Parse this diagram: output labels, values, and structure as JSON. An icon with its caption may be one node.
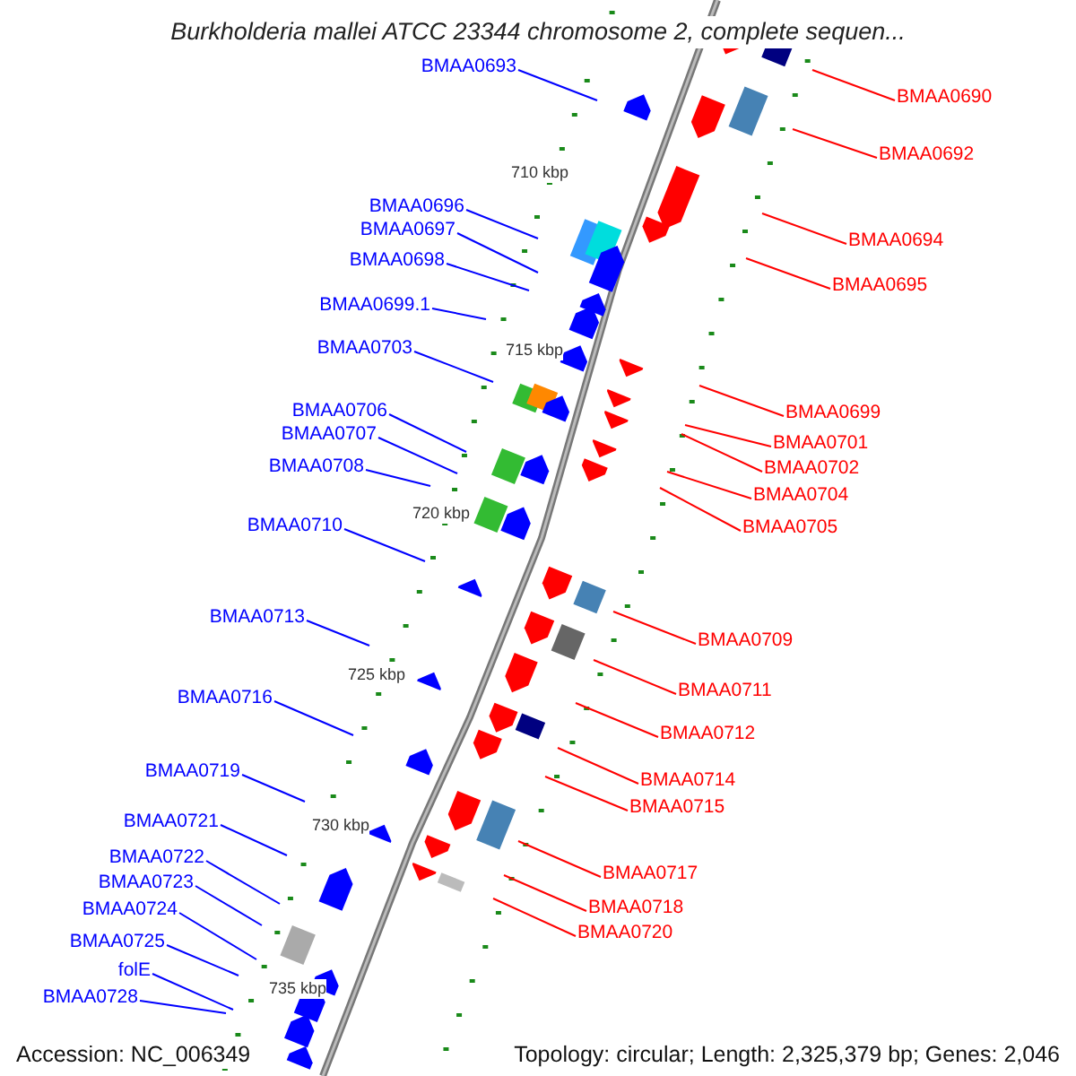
{
  "diagram": {
    "title": "Burkholderia mallei ATCC 23344 chromosome 2, complete sequen...",
    "nodes": [
      {
        "text": [
          "BMAA0693"
        ]
      },
      {
        "text": [
          "BMAA0690"
        ]
      },
      {
        "text": [
          "BMAA0692"
        ]
      },
      {
        "text": [
          "BMAA0696"
        ]
      },
      {
        "text": [
          "BMAA0697"
        ]
      },
      {
        "text": [
          "BMAA0694"
        ]
      },
      {
        "text": [
          "BMAA0698"
        ]
      },
      {
        "text": [
          "BMAA0695"
        ]
      },
      {
        "text": [
          "BMAA0699.1"
        ]
      },
      {
        "text": [
          "BMAA0703"
        ]
      },
      {
        "text": [
          "BMAA0706"
        ]
      },
      {
        "text": [
          "BMAA0699"
        ]
      },
      {
        "text": [
          "BMAA0707"
        ]
      },
      {
        "text": [
          "BMAA0701"
        ]
      },
      {
        "text": [
          "BMAA0708"
        ]
      },
      {
        "text": [
          "BMAA0702"
        ]
      },
      {
        "text": [
          "BMAA0704"
        ]
      },
      {
        "text": [
          "BMAA0710"
        ]
      },
      {
        "text": [
          "BMAA0705"
        ]
      },
      {
        "text": [
          "BMAA0713"
        ]
      },
      {
        "text": [
          "BMAA0709"
        ]
      },
      {
        "text": [
          "BMAA0711"
        ]
      },
      {
        "text": [
          "BMAA0716"
        ]
      },
      {
        "text": [
          "BMAA0712"
        ]
      },
      {
        "text": [
          "BMAA0719"
        ]
      },
      {
        "text": [
          "BMAA0714"
        ]
      },
      {
        "text": [
          "BMAA0715"
        ]
      },
      {
        "text": [
          "BMAA0721"
        ]
      },
      {
        "text": [
          "BMAA0722"
        ]
      },
      {
        "text": [
          "BMAA0717"
        ]
      },
      {
        "text": [
          "BMAA0723"
        ]
      },
      {
        "text": [
          "BMAA0718"
        ]
      },
      {
        "text": [
          "BMAA0724"
        ]
      },
      {
        "text": [
          "BMAA0720"
        ]
      },
      {
        "text": [
          "BMAA0725"
        ]
      },
      {
        "text": [
          "folE"
        ]
      },
      {
        "text": [
          "BMAA0728"
        ]
      }
    ],
    "edges": [
      {
        "from": 0,
        "to": null,
        "arrow": "none"
      },
      {
        "from": 1,
        "to": null,
        "arrow": "none",
        "color": "#ff0000"
      },
      {
        "from": 2,
        "to": null,
        "arrow": "none",
        "color": "#ff0000"
      },
      {
        "from": 3,
        "to": null,
        "arrow": "none"
      },
      {
        "from": 4,
        "to": null,
        "arrow": "none"
      },
      {
        "from": 5,
        "to": null,
        "arrow": "none",
        "color": "#ff0000"
      },
      {
        "from": 6,
        "to": null,
        "arrow": "none"
      },
      {
        "from": 7,
        "to": null,
        "arrow": "none",
        "color": "#ff0000"
      },
      {
        "from": 8,
        "to": null,
        "arrow": "none"
      },
      {
        "from": 9,
        "to": null,
        "arrow": "none"
      },
      {
        "from": 10,
        "to": null,
        "arrow": "none"
      },
      {
        "from": 11,
        "to": null,
        "arrow": "none",
        "color": "#ff0000"
      },
      {
        "from": 12,
        "to": null,
        "arrow": "none"
      },
      {
        "from": 13,
        "to": null,
        "arrow": "none",
        "color": "#ff0000"
      },
      {
        "from": 14,
        "to": null,
        "arrow": "none"
      },
      {
        "from": 15,
        "to": null,
        "arrow": "none",
        "color": "#ff0000"
      },
      {
        "from": 16,
        "to": null,
        "arrow": "none",
        "color": "#ff0000"
      },
      {
        "from": 17,
        "to": null,
        "arrow": "none"
      },
      {
        "from": 18,
        "to": null,
        "arrow": "none",
        "color": "#ff0000"
      },
      {
        "from": 19,
        "to": null,
        "arrow": "none"
      },
      {
        "from": 20,
        "to": null,
        "arrow": "none",
        "color": "#ff0000"
      },
      {
        "from": 21,
        "to": null,
        "arrow": "none",
        "color": "#ff0000"
      },
      {
        "from": 22,
        "to": null,
        "arrow": "none"
      },
      {
        "from": 23,
        "to": null,
        "arrow": "none",
        "color": "#ff0000"
      },
      {
        "from": 24,
        "to": null,
        "arrow": "none"
      },
      {
        "from": 25,
        "to": null,
        "arrow": "none",
        "color": "#ff0000"
      },
      {
        "from": 26,
        "to": null,
        "arrow": "none",
        "color": "#ff0000"
      },
      {
        "from": 27,
        "to": null,
        "arrow": "none"
      },
      {
        "from": 28,
        "to": null,
        "arrow": "none"
      },
      {
        "from": 29,
        "to": null,
        "arrow": "none",
        "color": "#ff0000"
      },
      {
        "from": 30,
        "to": null,
        "arrow": "none"
      },
      {
        "from": 31,
        "to": null,
        "arrow": "none",
        "color": "#ff0000"
      },
      {
        "from": 32,
        "to": null,
        "arrow": "none"
      },
      {
        "from": 33,
        "to": null,
        "arrow": "none",
        "color": "#ff0000"
      },
      {
        "from": 34,
        "to": null,
        "arrow": "none"
      },
      {
        "from": 35,
        "to": null,
        "arrow": "none"
      },
      {
        "from": 36,
        "to": null,
        "arrow": "none"
      }
    ],
    "labels": [
      "710 kbp",
      "715 kbp",
      "720 kbp",
      "725 kbp",
      "730 kbp",
      "735 kbp",
      "Accession: NC_006349",
      "Topology: circular; Length: 2,325,379 bp; Genes: 2,046"
    ]
  }
}
